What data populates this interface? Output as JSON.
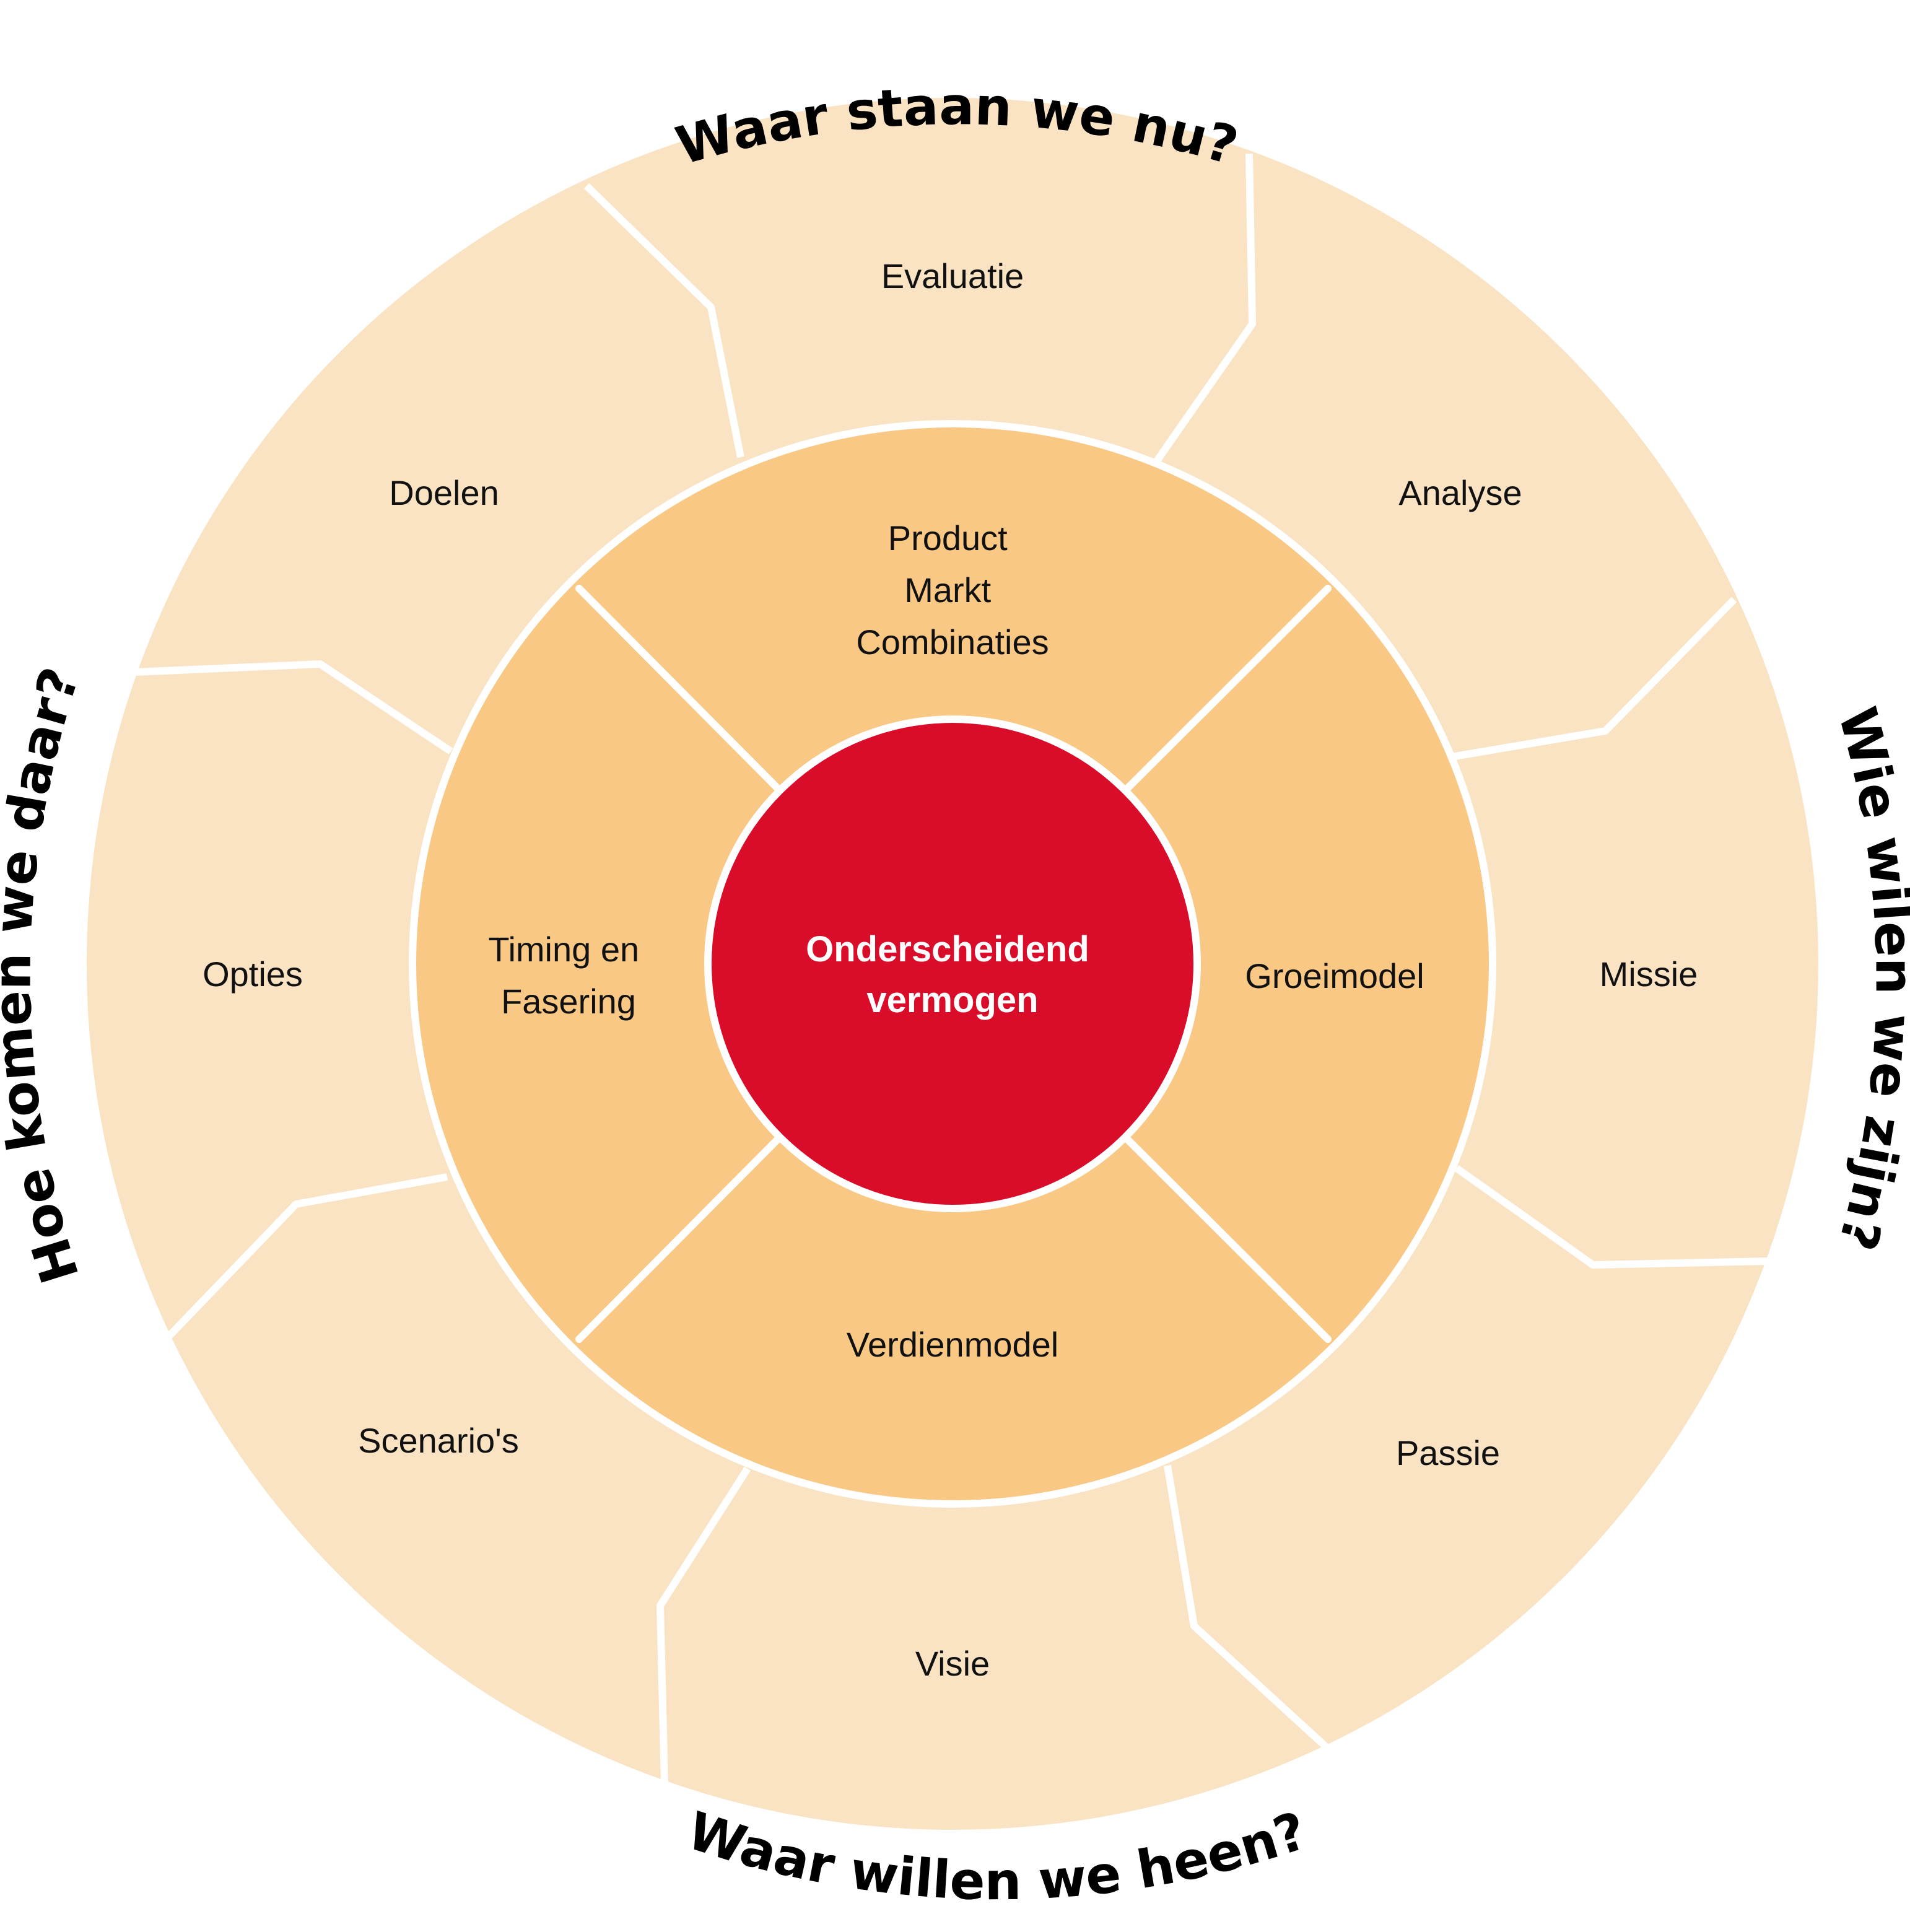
{
  "colors": {
    "outer_ring": "#fae3c3",
    "inner_ring": "#f9c885",
    "core": "#d90d2a",
    "divider": "#ffffff",
    "text": "#111111",
    "core_text": "#ffffff"
  },
  "titles": {
    "top": "Waar staan we nu?",
    "right": "Wie wilen we zijn?",
    "bottom": "Waar willen we heen?",
    "left": "Hoe komen we daar?"
  },
  "outer_segments": [
    {
      "label": "Evaluatie"
    },
    {
      "label": "Analyse"
    },
    {
      "label": "Missie"
    },
    {
      "label": "Passie"
    },
    {
      "label": "Visie"
    },
    {
      "label": "Scenario's"
    },
    {
      "label": "Opties"
    },
    {
      "label": "Doelen"
    }
  ],
  "inner_segments": [
    {
      "lines": [
        "Product",
        "Markt",
        "Combinaties"
      ]
    },
    {
      "lines": [
        "Groeimodel"
      ]
    },
    {
      "lines": [
        "Verdienmodel"
      ]
    },
    {
      "lines": [
        "Timing en",
        "Fasering"
      ]
    }
  ],
  "core": {
    "lines": [
      "Onderscheidend",
      "vermogen"
    ]
  }
}
